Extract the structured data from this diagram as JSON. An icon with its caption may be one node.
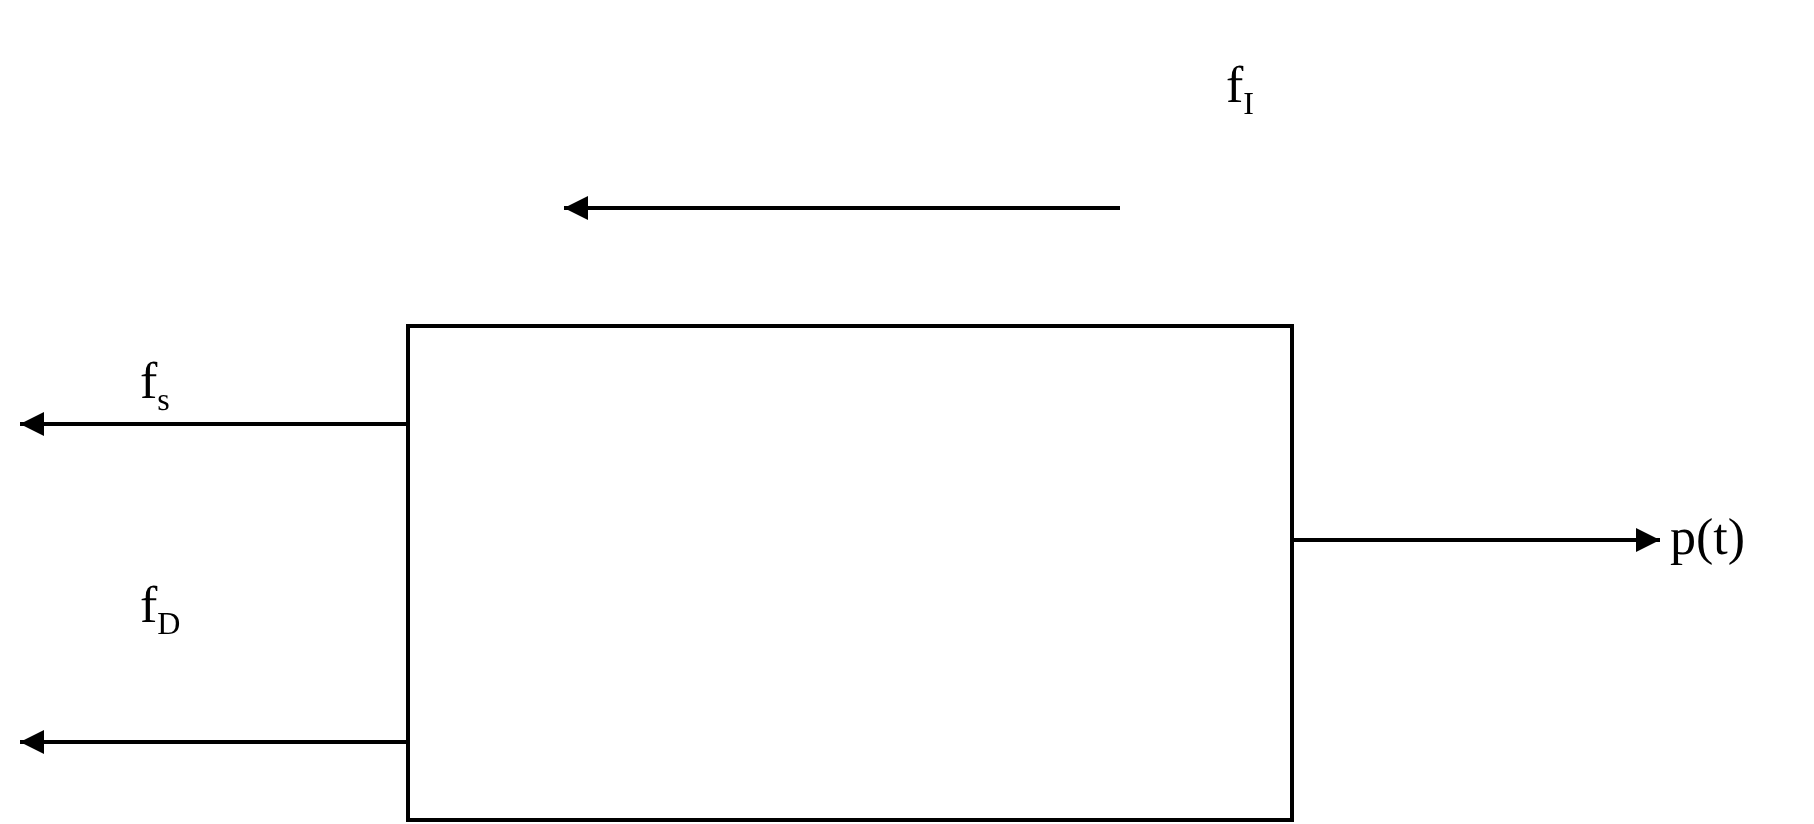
{
  "diagram": {
    "nodes": [
      {
        "text": [],
        "shape": "box"
      }
    ],
    "labels": [
      "f$_{I}$",
      "f$_{s}$",
      "f$_{D}$",
      "p(t)"
    ]
  }
}
